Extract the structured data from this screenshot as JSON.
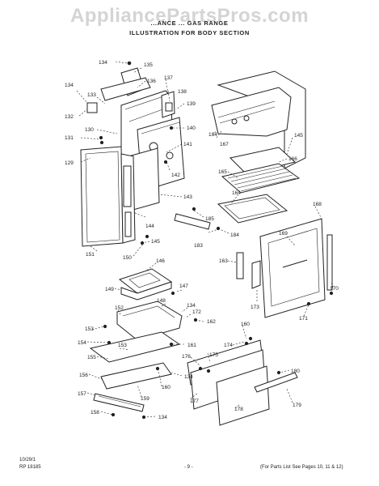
{
  "watermark": "AppliancePartsPros.com",
  "title_line1": "...ANCE ... GAS RANGE",
  "title_line2": "ILLUSTRATION FOR BODY SECTION",
  "part_labels": [
    "134",
    "135",
    "136",
    "137",
    "138",
    "133",
    "134",
    "132",
    "139",
    "140",
    "141",
    "131",
    "130",
    "129",
    "142",
    "134",
    "167",
    "145",
    "166",
    "165",
    "143",
    "164",
    "144",
    "185",
    "183",
    "184",
    "145",
    "151",
    "150",
    "168",
    "169",
    "146",
    "163",
    "147",
    "149",
    "148",
    "134",
    "152",
    "172",
    "162",
    "153",
    "173",
    "170",
    "171",
    "154",
    "153",
    "161",
    "160",
    "176",
    "174",
    "175",
    "155",
    "134",
    "180",
    "156",
    "160",
    "157",
    "159",
    "177",
    "178",
    "179",
    "158",
    "134"
  ],
  "footer": {
    "code1": "10/29/1",
    "code2": "RP 18185",
    "page": "- 9 -",
    "note": "(For Parts List See Pages 10, 11 & 12)"
  }
}
